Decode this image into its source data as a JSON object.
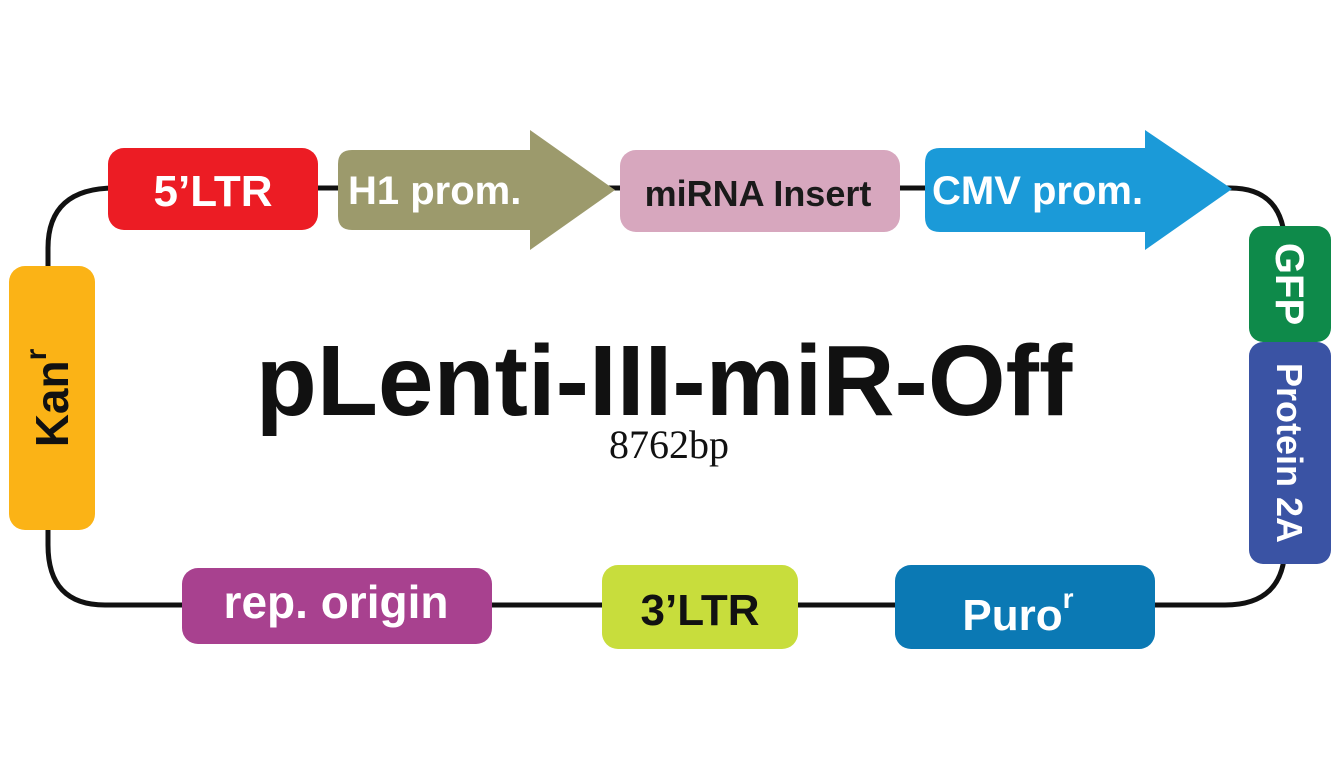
{
  "plasmid": {
    "name": "pLenti-III-miR-Off",
    "size": "8762bp"
  },
  "features": {
    "ltr5": {
      "label": "5’LTR",
      "color": "#ec1c24",
      "text_color": "#ffffff"
    },
    "h1_promoter": {
      "label": "H1 prom.",
      "color": "#9c9a6c",
      "text_color": "#ffffff"
    },
    "mirna_insert": {
      "label": "miRNA Insert",
      "color": "#d7a7be",
      "text_color": "#1a1a1a"
    },
    "cmv_promoter": {
      "label": "CMV prom.",
      "color": "#1b9ad8",
      "text_color": "#ffffff"
    },
    "gfp": {
      "label": "GFP",
      "color": "#0e8a4a",
      "text_color": "#ffffff"
    },
    "protein_2a": {
      "label": "Protein 2A",
      "color": "#3a53a4",
      "text_color": "#ffffff"
    },
    "puro": {
      "label": "Puro",
      "superscript": "r",
      "color": "#0b79b4",
      "text_color": "#ffffff"
    },
    "ltr3": {
      "label": "3’LTR",
      "color": "#c8dd3c",
      "text_color": "#111111"
    },
    "rep_origin": {
      "label": "rep. origin",
      "color": "#a8418f",
      "text_color": "#ffffff"
    },
    "kan": {
      "label": "Kan",
      "superscript": "r",
      "color": "#fbb316",
      "text_color": "#111111"
    }
  },
  "backbone_color": "#111111"
}
